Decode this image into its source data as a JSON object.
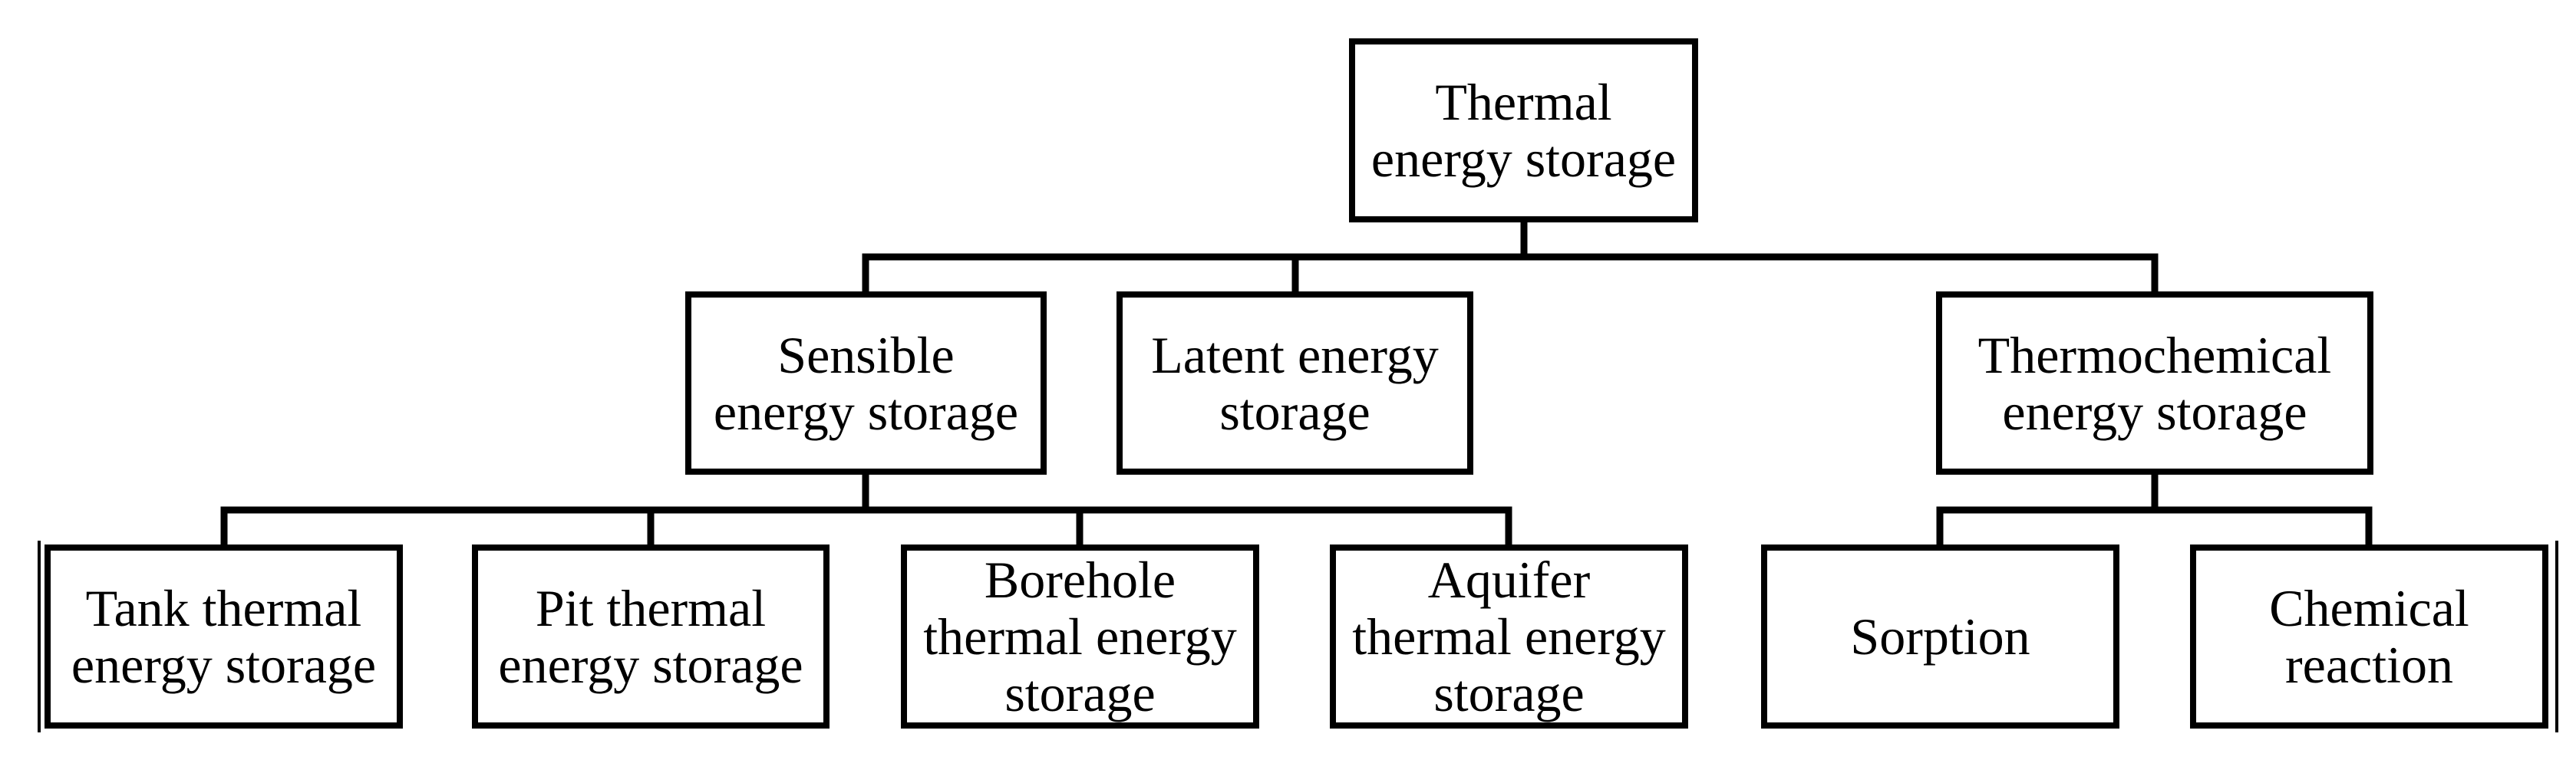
{
  "diagram": {
    "root": {
      "label": "Thermal\nenergy storage"
    },
    "categories": [
      {
        "id": "sensible",
        "label": "Sensible\nenergy storage"
      },
      {
        "id": "latent",
        "label": "Latent energy\nstorage"
      },
      {
        "id": "thermochemical",
        "label": "Thermochemical\nenergy storage"
      }
    ],
    "sensible_children": [
      {
        "label": "Tank thermal\nenergy storage"
      },
      {
        "label": "Pit thermal\nenergy storage"
      },
      {
        "label": "Borehole\nthermal energy\nstorage"
      },
      {
        "label": "Aquifer\nthermal energy\nstorage"
      }
    ],
    "thermochemical_children": [
      {
        "label": "Sorption"
      },
      {
        "label": "Chemical\nreaction"
      }
    ]
  }
}
